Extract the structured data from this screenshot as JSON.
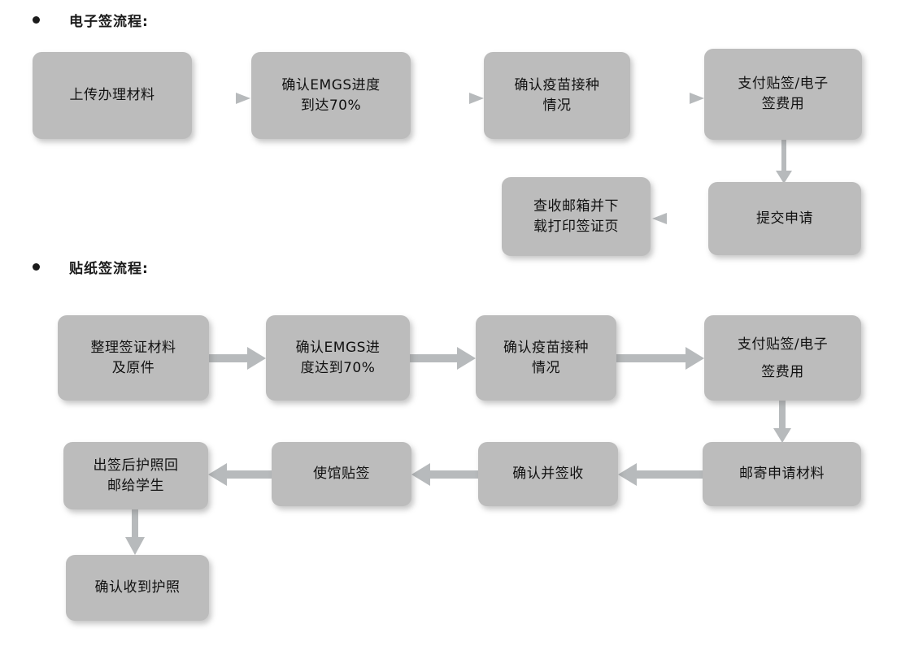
{
  "page": {
    "background": "#ffffff",
    "node_fill": "#bcbcbc",
    "connector_color": "#b3b6b8",
    "text_color": "#111111"
  },
  "sections": [
    {
      "id": "esign",
      "bullet": "•",
      "title": "电子签流程:"
    },
    {
      "id": "sticker",
      "bullet": "•",
      "title": "贴纸签流程:"
    }
  ],
  "flow_esign": {
    "nodes": [
      {
        "id": "e1",
        "label": "上传办理材料"
      },
      {
        "id": "e2",
        "label": "确认EMGS进度\n到达70%"
      },
      {
        "id": "e3",
        "label": "确认疫苗接种\n情况"
      },
      {
        "id": "e4",
        "label": "支付贴签/电子\n签费用"
      },
      {
        "id": "e5",
        "label": "提交申请"
      },
      {
        "id": "e6",
        "label": "查收邮箱并下\n载打印签证页"
      }
    ],
    "edges": [
      {
        "from": "e1",
        "to": "e2",
        "direction": "right"
      },
      {
        "from": "e2",
        "to": "e3",
        "direction": "right"
      },
      {
        "from": "e3",
        "to": "e4",
        "direction": "right"
      },
      {
        "from": "e4",
        "to": "e5",
        "direction": "down"
      },
      {
        "from": "e5",
        "to": "e6",
        "direction": "left"
      }
    ]
  },
  "flow_sticker": {
    "nodes": [
      {
        "id": "s1",
        "label": "整理签证材料\n及原件"
      },
      {
        "id": "s2",
        "label": "确认EMGS进\n度达到70%"
      },
      {
        "id": "s3",
        "label": "确认疫苗接种\n情况"
      },
      {
        "id": "s4",
        "label": "支付贴签/电子\n签费用"
      },
      {
        "id": "s5",
        "label": "邮寄申请材料"
      },
      {
        "id": "s6",
        "label": "确认并签收"
      },
      {
        "id": "s7",
        "label": "使馆贴签"
      },
      {
        "id": "s8",
        "label": "出签后护照回\n邮给学生"
      },
      {
        "id": "s9",
        "label": "确认收到护照"
      }
    ],
    "edges": [
      {
        "from": "s1",
        "to": "s2",
        "direction": "right"
      },
      {
        "from": "s2",
        "to": "s3",
        "direction": "right"
      },
      {
        "from": "s3",
        "to": "s4",
        "direction": "right"
      },
      {
        "from": "s4",
        "to": "s5",
        "direction": "down"
      },
      {
        "from": "s5",
        "to": "s6",
        "direction": "left"
      },
      {
        "from": "s6",
        "to": "s7",
        "direction": "left"
      },
      {
        "from": "s7",
        "to": "s8",
        "direction": "left"
      },
      {
        "from": "s8",
        "to": "s9",
        "direction": "down"
      }
    ]
  }
}
